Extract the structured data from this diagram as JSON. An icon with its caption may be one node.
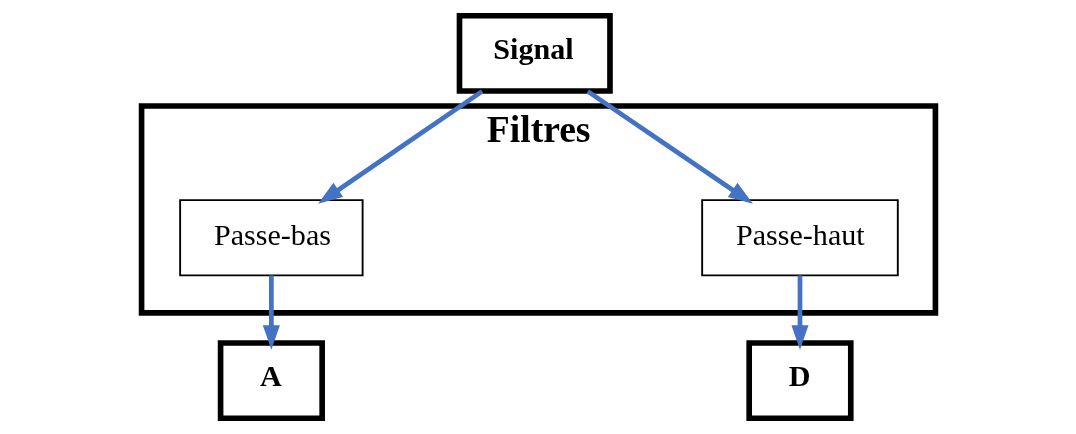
{
  "diagram": {
    "nodes": [
      {
        "text": [
          "Signal"
        ]
      },
      {
        "text": [
          "Filtres"
        ]
      },
      {
        "text": [
          "Passe-bas"
        ],
        "in": 1
      },
      {
        "text": [
          "Passe-haut"
        ],
        "in": 1
      },
      {
        "text": [
          "A"
        ]
      },
      {
        "text": [
          "D"
        ]
      }
    ],
    "edges": [
      {
        "from": 0,
        "to": 2,
        "arrow": "to"
      },
      {
        "from": 0,
        "to": 3,
        "arrow": "to"
      },
      {
        "from": 2,
        "to": 4,
        "arrow": "to"
      },
      {
        "from": 3,
        "to": 5,
        "arrow": "to"
      }
    ]
  }
}
